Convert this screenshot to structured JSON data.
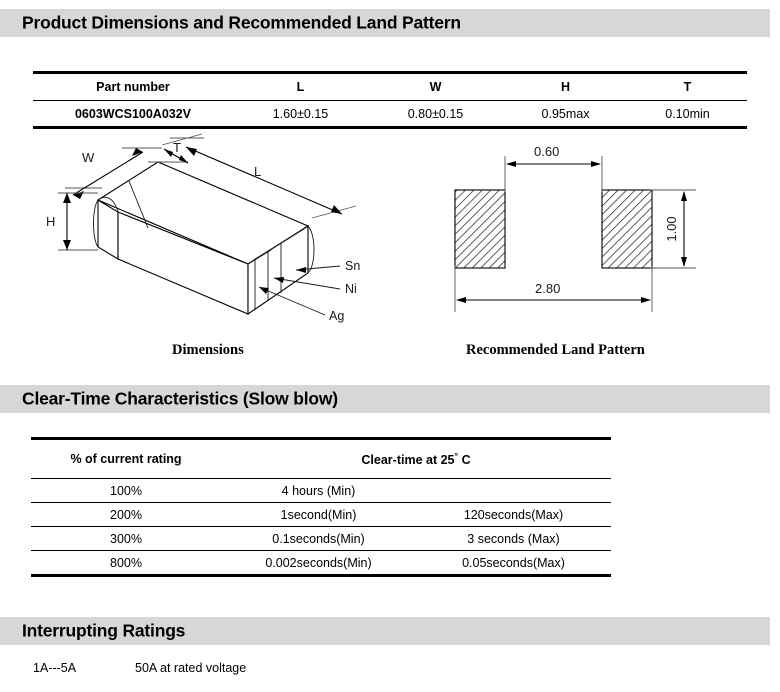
{
  "sections": {
    "product_dimensions": {
      "title": "Product Dimensions and Recommended Land Pattern"
    },
    "clear_time": {
      "title": "Clear-Time Characteristics (Slow blow)"
    },
    "interrupting": {
      "title": "Interrupting Ratings"
    }
  },
  "dimensions_table": {
    "headers": [
      "Part number",
      "L",
      "W",
      "H",
      "T"
    ],
    "rows": [
      {
        "part_number": "0603WCS100A032V",
        "L": "1.60±0.15",
        "W": "0.80±0.15",
        "H": "0.95max",
        "T": "0.10min"
      }
    ]
  },
  "dimension_figure": {
    "caption": "Dimensions",
    "dimension_labels": [
      "W",
      "H",
      "T",
      "L"
    ],
    "lead_labels": [
      "Sn",
      "Ni",
      "Ag"
    ]
  },
  "land_pattern_figure": {
    "caption": "Recommended Land Pattern",
    "gap_dimension": "0.60",
    "overall_dimension": "2.80",
    "pad_height_dimension": "1.00"
  },
  "clear_time_table": {
    "headers": [
      "% of current rating",
      "Clear-time at 25",
      "°",
      " C"
    ],
    "header_rating": "% of current rating",
    "header_cleartime_prefix": "Clear-time at 25",
    "header_cleartime_deg": "°",
    "header_cleartime_suffix": " C",
    "rows": [
      {
        "rating": "100%",
        "min": "4 hours (Min)",
        "max": ""
      },
      {
        "rating": "200%",
        "min": "1second(Min)",
        "max": "120seconds(Max)"
      },
      {
        "rating": "300%",
        "min": "0.1seconds(Min)",
        "max": "3 seconds (Max)"
      },
      {
        "rating": "800%",
        "min": "0.002seconds(Min)",
        "max": "0.05seconds(Max)"
      }
    ]
  },
  "interrupting_ratings": {
    "rows": [
      {
        "range": "1A---5A",
        "value": "50A at rated voltage"
      }
    ]
  },
  "colors": {
    "band_background": "#d7d7d7",
    "text": "#000000",
    "rule": "#000000"
  }
}
